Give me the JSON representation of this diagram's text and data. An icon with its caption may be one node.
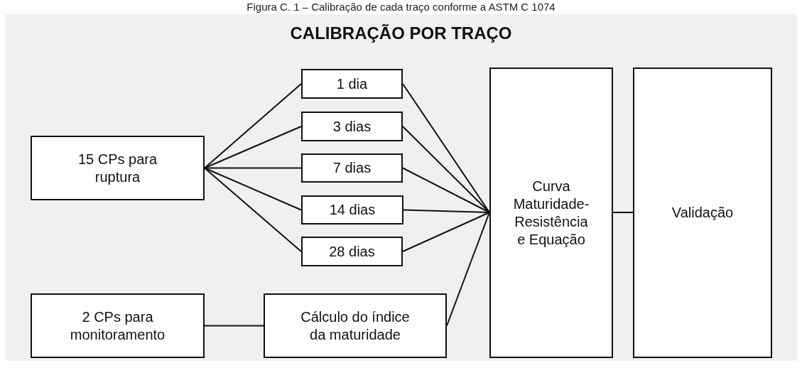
{
  "diagram": {
    "caption": "Figura C. 1 – Calibração de cada traço conforme a ASTM C 1074",
    "title": "CALIBRAÇÃO POR TRAÇO",
    "nodes": [
      {
        "text": [
          "15 CPs para ruptura"
        ]
      },
      {
        "text": [
          "1 dia"
        ]
      },
      {
        "text": [
          "3 dias"
        ]
      },
      {
        "text": [
          "7 dias"
        ]
      },
      {
        "text": [
          "14 dias"
        ]
      },
      {
        "text": [
          "28 dias"
        ]
      },
      {
        "text": [
          "2 CPs para monitoramento"
        ]
      },
      {
        "text": [
          "Cálculo do índice da maturidade"
        ]
      },
      {
        "text": [
          "Curva Maturidade-Resistência e Equação"
        ]
      },
      {
        "text": [
          "Validação"
        ]
      }
    ],
    "edges": [
      {
        "from": 0,
        "to": 1,
        "arrow": "none"
      },
      {
        "from": 0,
        "to": 2,
        "arrow": "none"
      },
      {
        "from": 0,
        "to": 3,
        "arrow": "none"
      },
      {
        "from": 0,
        "to": 4,
        "arrow": "none"
      },
      {
        "from": 0,
        "to": 5,
        "arrow": "none"
      },
      {
        "from": 1,
        "to": 8,
        "arrow": "none"
      },
      {
        "from": 2,
        "to": 8,
        "arrow": "none"
      },
      {
        "from": 3,
        "to": 8,
        "arrow": "none"
      },
      {
        "from": 4,
        "to": 8,
        "arrow": "none"
      },
      {
        "from": 5,
        "to": 8,
        "arrow": "none"
      },
      {
        "from": 6,
        "to": 7,
        "arrow": "none"
      },
      {
        "from": 7,
        "to": 8,
        "arrow": "none"
      },
      {
        "from": 8,
        "to": 9,
        "arrow": "none"
      }
    ]
  }
}
